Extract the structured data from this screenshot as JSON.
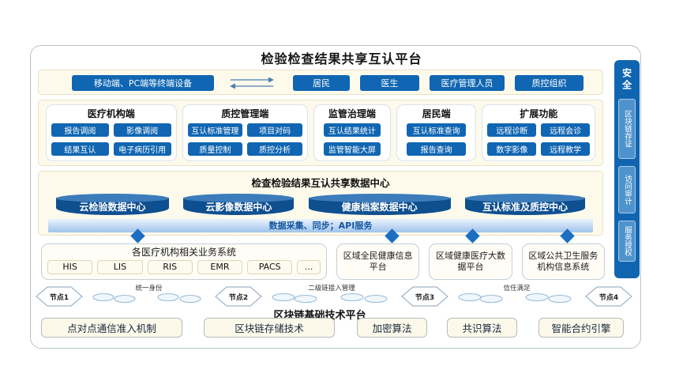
{
  "title": "检验检查结果共享互认平台",
  "colors": {
    "primary_blue": "#1066b2",
    "section_bg": "#fdfaec",
    "section_border": "#e9e2c2",
    "api_bar_gradient_top": "#eaf3fc",
    "api_bar_gradient_bottom": "#9fc3ec",
    "diamond_blue": "#1b6ec2",
    "cylinder_body": "#0e4f90",
    "cylinder_top": "#3c7cba",
    "sidebar_blue": "#1065b0",
    "sidebar_item_blue": "#4f93cd",
    "cream_button_bg": "#fcf9ea"
  },
  "terminal": {
    "device_label": "移动端、PC端等终端设备",
    "exchange_icon": "bidirectional-arrows",
    "users": [
      "居民",
      "医生",
      "医疗管理人员",
      "质控组织"
    ]
  },
  "client_panels": [
    {
      "title": "医疗机构端",
      "cols": 2,
      "buttons": [
        "报告调阅",
        "影像调阅",
        "结果互认",
        "电子病历引用"
      ]
    },
    {
      "title": "质控管理端",
      "cols": 2,
      "buttons": [
        "互认标准管理",
        "项目对码",
        "质量控制",
        "质控分析"
      ]
    },
    {
      "title": "监管治理端",
      "cols": 1,
      "buttons": [
        "互认结果统计",
        "监管智能大屏"
      ]
    },
    {
      "title": "居民端",
      "cols": 1,
      "buttons": [
        "互认标准查询",
        "报告查询"
      ]
    },
    {
      "title": "扩展功能",
      "cols": 2,
      "buttons": [
        "远程诊断",
        "远程会诊",
        "数字影像",
        "远程教学"
      ]
    }
  ],
  "data_center": {
    "title": "检查检验结果互认共享数据中心",
    "cylinders": [
      "云检验数据中心",
      "云影像数据中心",
      "健康档案数据中心",
      "互认标准及质控中心"
    ],
    "api_bar_label": "数据采集、同步；API服务"
  },
  "business_row": {
    "hospital_systems": {
      "title": "各医疗机构相关业务系统",
      "items": [
        "HIS",
        "LIS",
        "RIS",
        "EMR",
        "PACS",
        "..."
      ]
    },
    "platforms": [
      "区域全民健康信息平台",
      "区域健康医疗大数据平台",
      "区域公共卫生服务机构信息系统"
    ]
  },
  "blockchain": {
    "nodes": [
      "节点1",
      "节点2",
      "节点3",
      "节点4"
    ],
    "link_labels": [
      "统一身份",
      "二级链接入管理",
      "信任满足"
    ],
    "platform_title": "区块链基础技术平台",
    "components": [
      "点对点通信准入机制",
      "区块链存储技术",
      "加密算法",
      "共识算法",
      "智能合约引擎"
    ]
  },
  "security_sidebar": {
    "title": "安全",
    "items": [
      "区块链存证",
      "访问审计",
      "服务授权"
    ]
  }
}
